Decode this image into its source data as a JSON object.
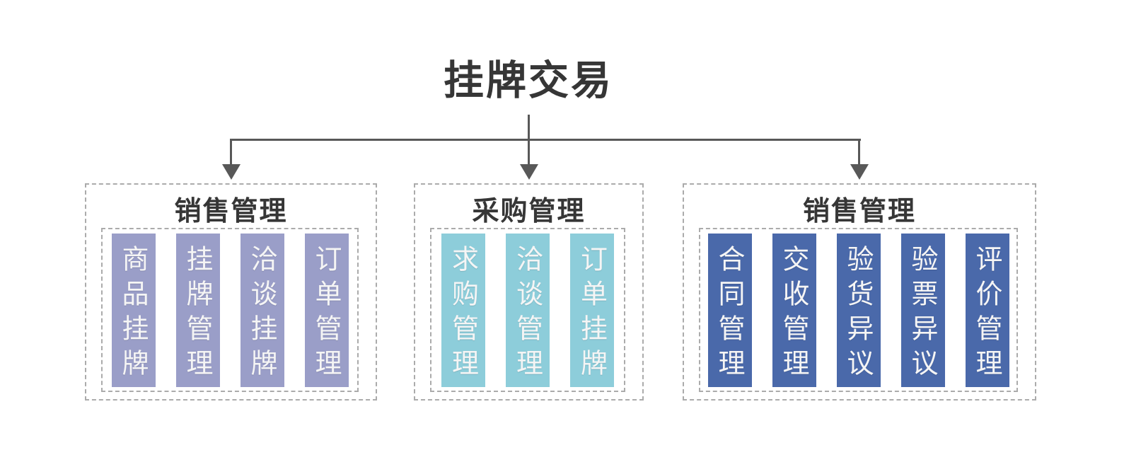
{
  "title": "挂牌交易",
  "panels": [
    {
      "title": "销售管理",
      "items": [
        "商品挂牌",
        "挂牌管理",
        "洽谈挂牌",
        "订单管理"
      ]
    },
    {
      "title": "采购管理",
      "items": [
        "求购管理",
        "洽谈管理",
        "订单挂牌"
      ]
    },
    {
      "title": "销售管理",
      "items": [
        "合同管理",
        "交收管理",
        "验货异议",
        "验票异议",
        "评价管理"
      ]
    }
  ],
  "colors": {
    "heading_text": "#363636",
    "connector": "#585858",
    "dashed_border": "#ababab",
    "bar_text": "#f5f5f5",
    "panel1_bar": "#9a9ec8",
    "panel2_bar": "#8dcdda",
    "panel3_bar": "#4a69aa"
  }
}
